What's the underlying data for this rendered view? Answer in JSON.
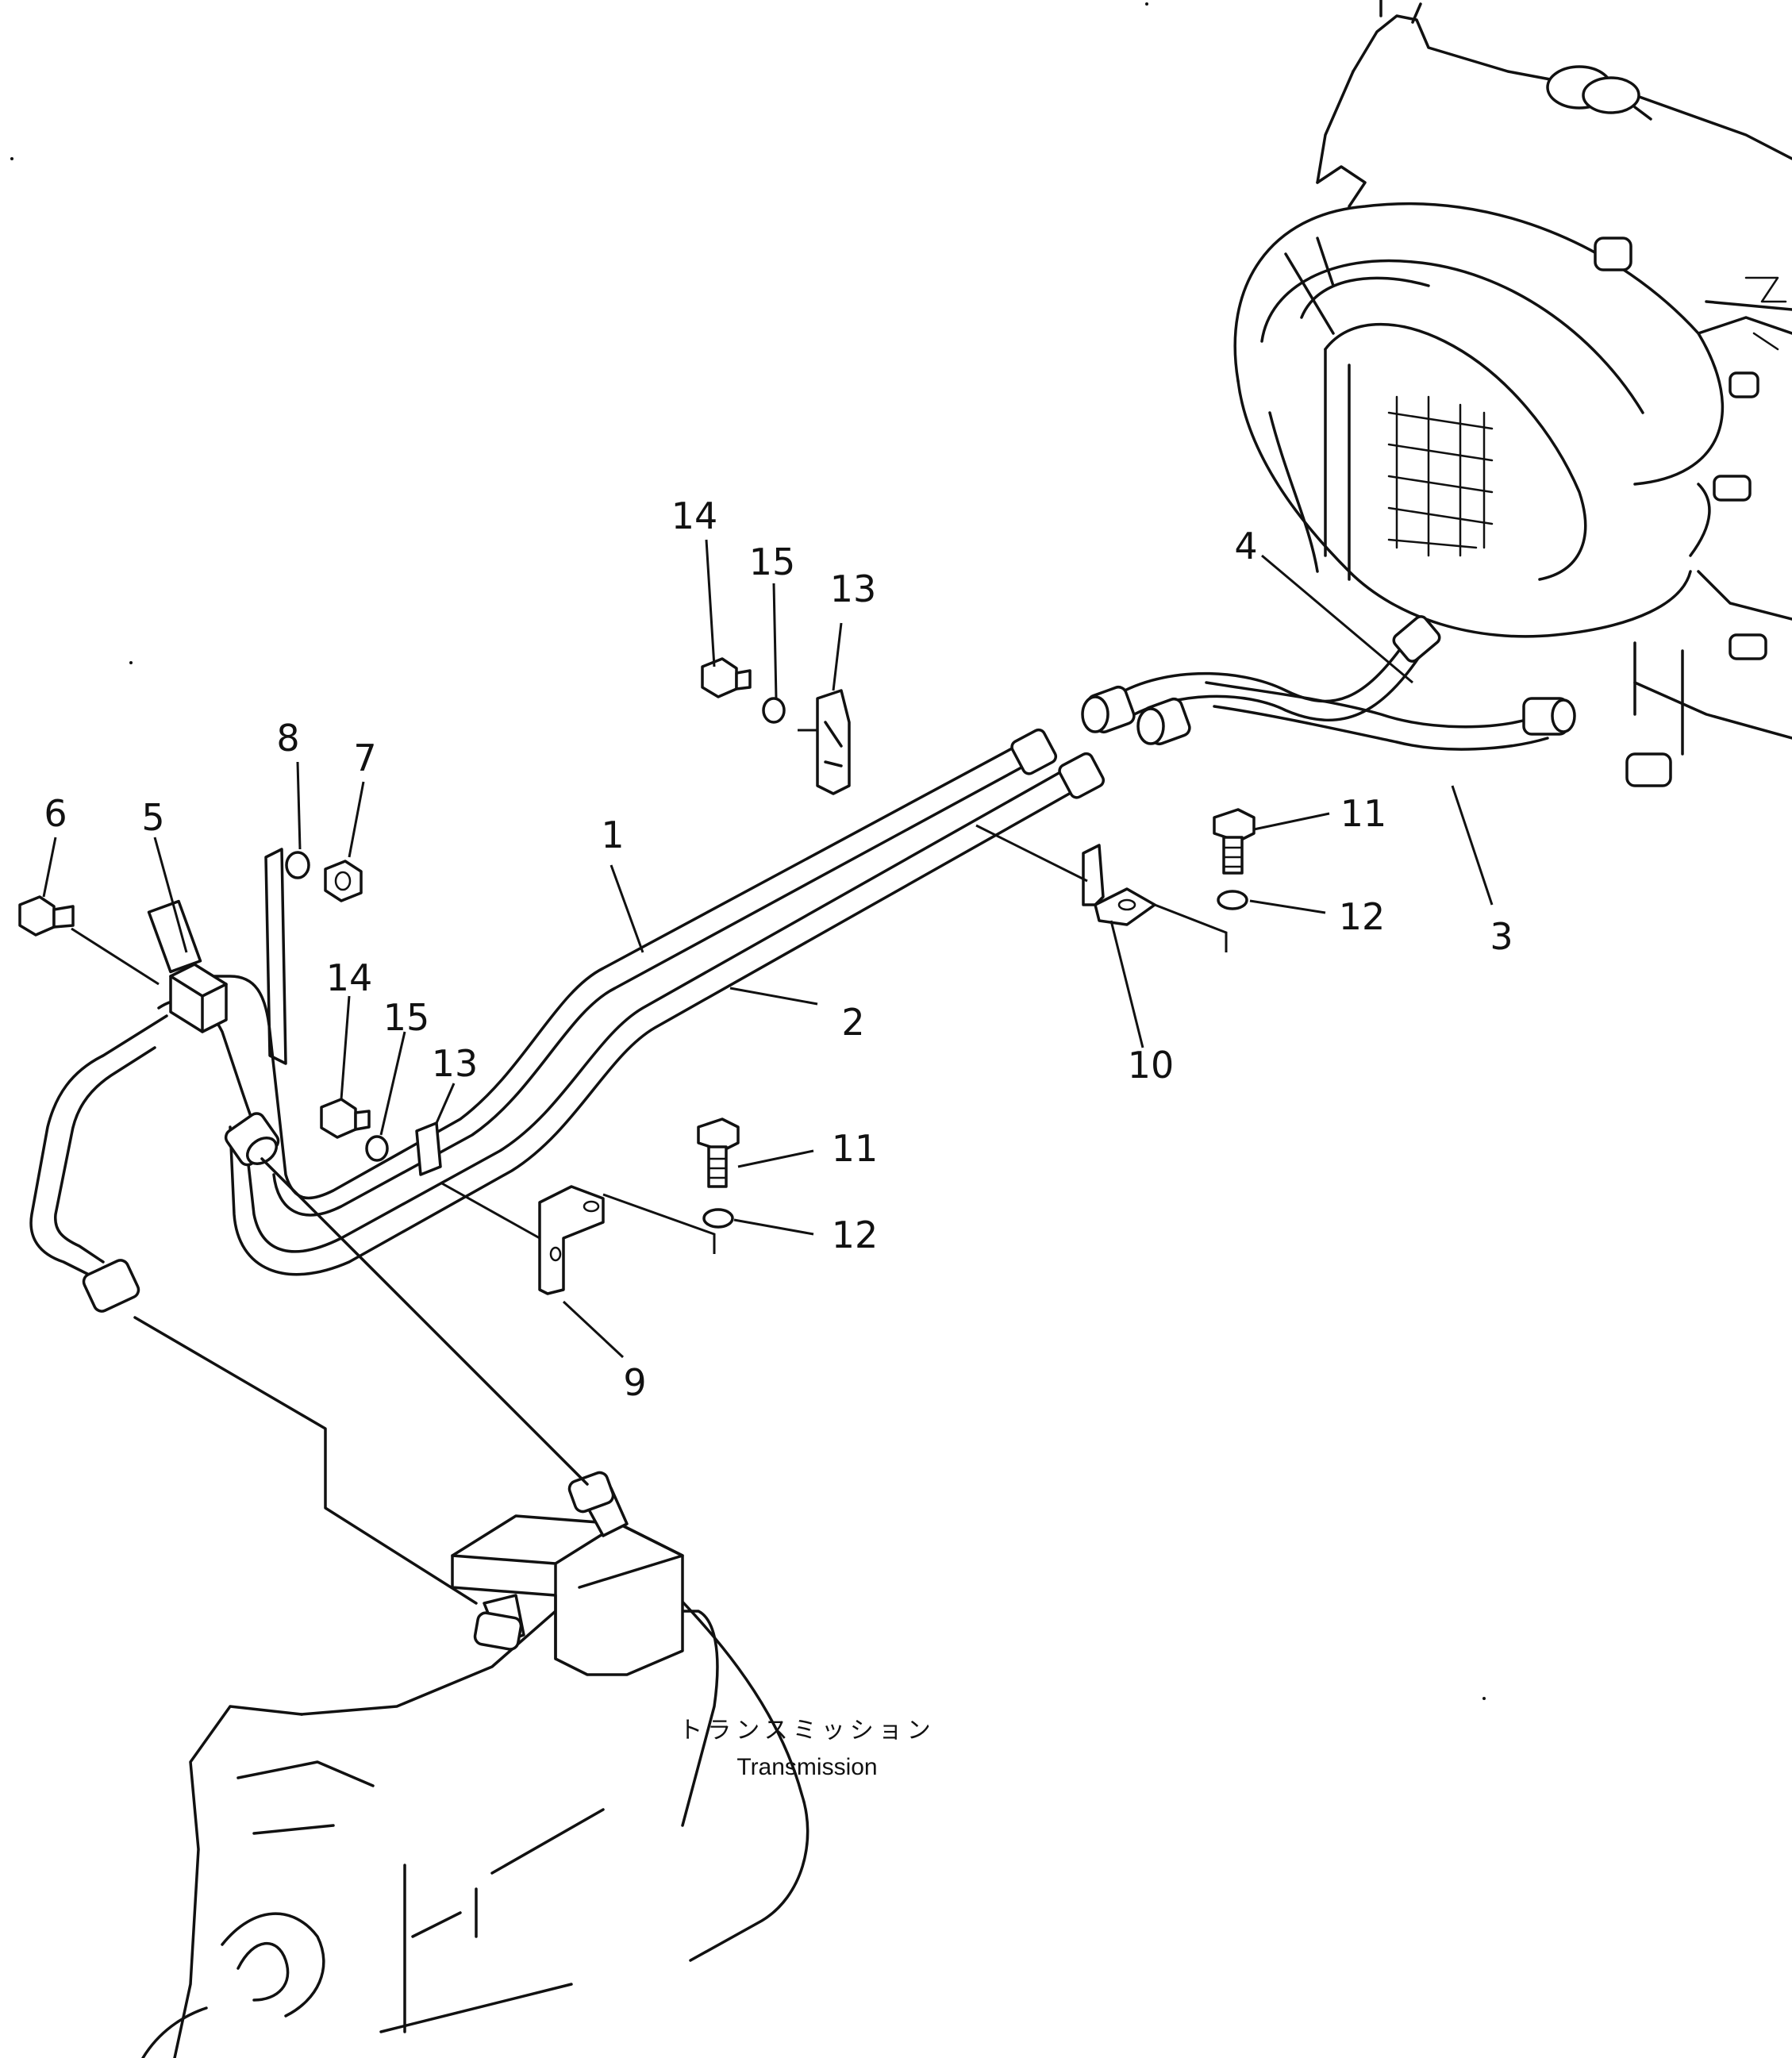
{
  "callouts": {
    "c1": "1",
    "c2": "2",
    "c3": "3",
    "c4": "4",
    "c5": "5",
    "c6": "6",
    "c7": "7",
    "c8": "8",
    "c9": "9",
    "c10": "10",
    "c11a": "11",
    "c11b": "11",
    "c12a": "12",
    "c12b": "12",
    "c13a": "13",
    "c13b": "13",
    "c14a": "14",
    "c14b": "14",
    "c15a": "15",
    "c15b": "15"
  },
  "labels": {
    "transmission_jp": "トランスミッション",
    "transmission_en": "Transmission"
  }
}
